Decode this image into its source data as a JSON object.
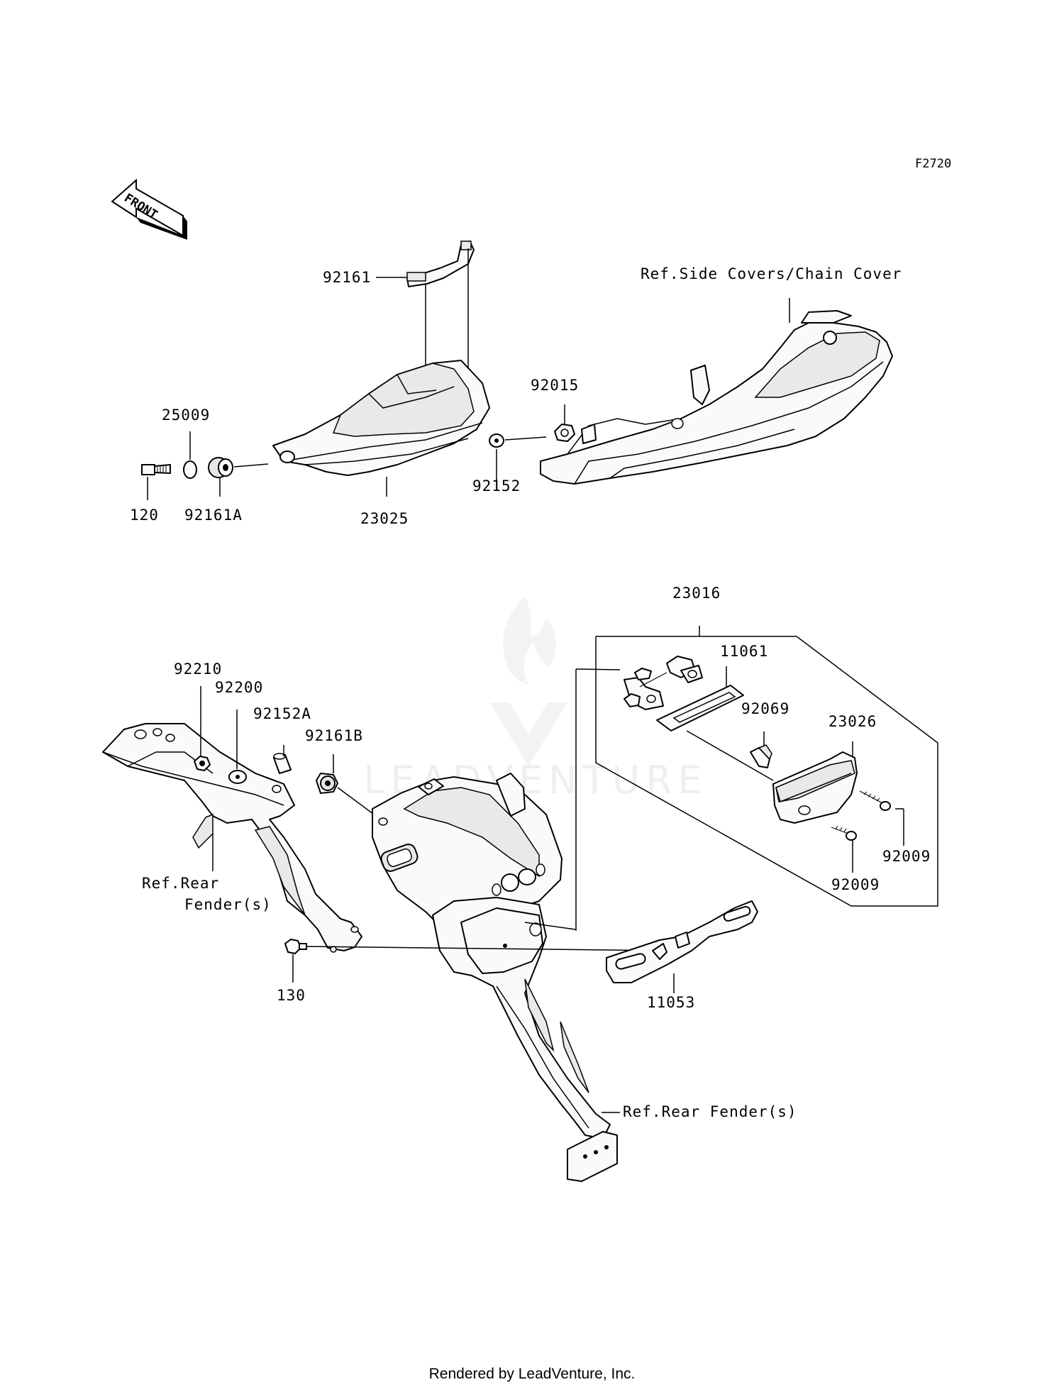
{
  "figure_code": "F2720",
  "front_arrow_text": "FRONT",
  "watermark": "LEADVENTURE",
  "labels": {
    "p92161": "92161",
    "ref_side_covers": "Ref.Side Covers/Chain Cover",
    "p25009": "25009",
    "p92015": "92015",
    "p120": "120",
    "p92161A": "92161A",
    "p23025": "23025",
    "p92152": "92152",
    "p23016": "23016",
    "p11061": "11061",
    "p92210": "92210",
    "p92200": "92200",
    "p92152A": "92152A",
    "p92161B": "92161B",
    "p92069": "92069",
    "p23026": "23026",
    "ref_rear_fender_1": "Ref.Rear",
    "ref_rear_fender_2": "Fender(s)",
    "p92009a": "92009",
    "p92009b": "92009",
    "p130": "130",
    "p11053": "11053",
    "ref_rear_fender_3": "Ref.Rear Fender(s)"
  },
  "footer": "Rendered by LeadVenture, Inc."
}
